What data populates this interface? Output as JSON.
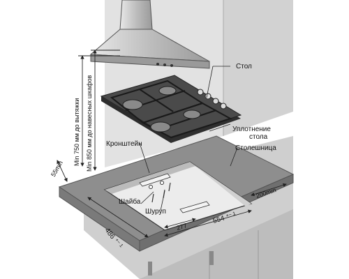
{
  "labels": {
    "table": "Стол",
    "table_seal_line1": "Уплотнение",
    "table_seal_line2": "стола",
    "bracket": "Кронштейн",
    "countertop": "Столешница",
    "washer": "Шайба",
    "screw": "Шуруп"
  },
  "vertical_notes": {
    "hood_min": "Min 750 мм до вытяжки",
    "cabinets_min": "Min 850 мм до навесных шкафов"
  },
  "dimensions": {
    "back_offset": "55min",
    "side_clearance": "200min",
    "cutout_depth": "486",
    "cutout_depth_tol": "+− 1",
    "cutout_width": "554",
    "cutout_width_tol": "+− 1",
    "bracket_offset": "277"
  },
  "colors": {
    "countertop": "#8e8e8e",
    "hob_glass": "#4a4a4a",
    "wall": "#dcdcdc",
    "cabinet": "#cfcfcf"
  }
}
